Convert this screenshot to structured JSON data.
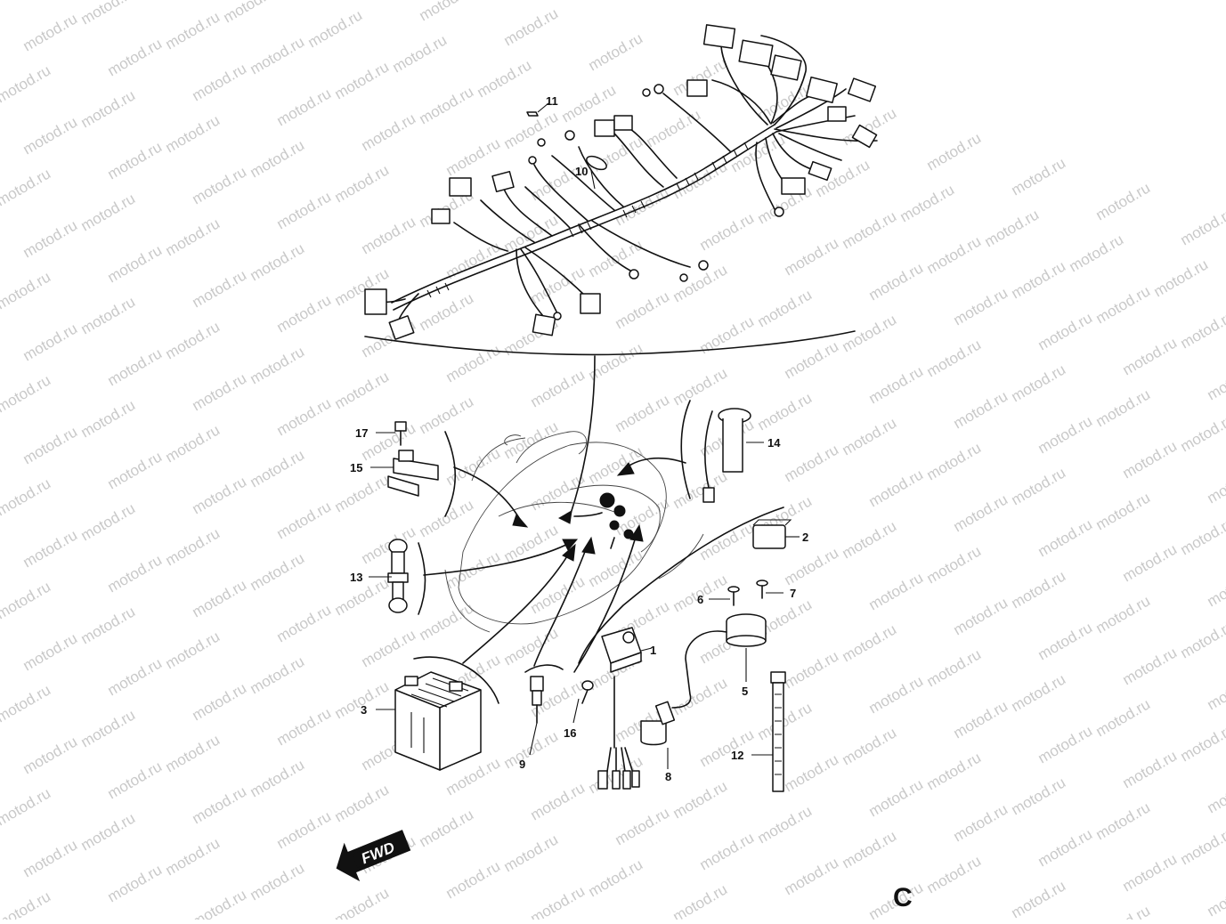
{
  "watermark_text": "motod.ru",
  "callouts": [
    {
      "id": "1",
      "label": "1"
    },
    {
      "id": "2",
      "label": "2"
    },
    {
      "id": "3",
      "label": "3"
    },
    {
      "id": "5",
      "label": "5"
    },
    {
      "id": "6",
      "label": "6"
    },
    {
      "id": "7",
      "label": "7"
    },
    {
      "id": "8",
      "label": "8"
    },
    {
      "id": "9",
      "label": "9"
    },
    {
      "id": "10",
      "label": "10"
    },
    {
      "id": "11",
      "label": "11"
    },
    {
      "id": "12",
      "label": "12"
    },
    {
      "id": "13",
      "label": "13"
    },
    {
      "id": "14",
      "label": "14"
    },
    {
      "id": "15",
      "label": "15"
    },
    {
      "id": "16",
      "label": "16"
    },
    {
      "id": "17",
      "label": "17"
    }
  ],
  "direction_badge": {
    "label": "FWD"
  },
  "section_mark": "C"
}
